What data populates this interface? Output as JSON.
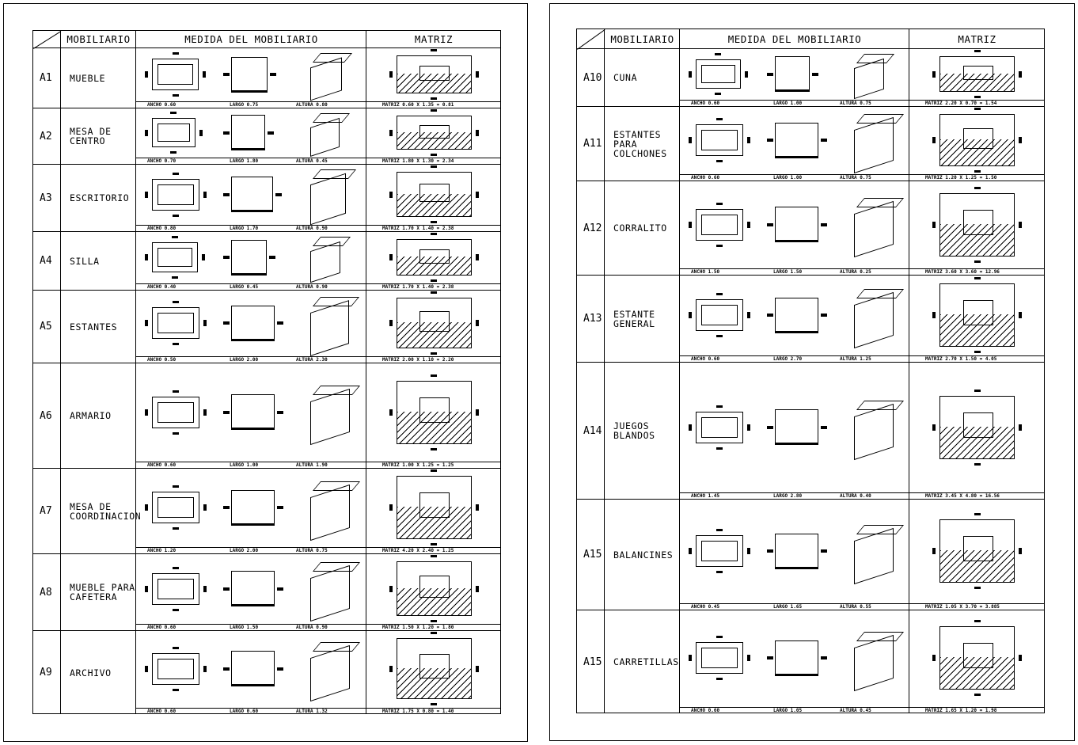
{
  "headers": {
    "id": "",
    "name": "MOBILIARIO",
    "medida": "MEDIDA DEL MOBILIARIO",
    "matriz": "MATRIZ"
  },
  "left_table": [
    {
      "id": "A1",
      "name": "MUEBLE",
      "ancho": "ANCHO 0.60",
      "largo": "LARGO 0.75",
      "altura": "ALTURA 0.80",
      "matriz": "MATRIZ 0.60 X 1.35 = 0.81"
    },
    {
      "id": "A2",
      "name": "MESA DE\nCENTRO",
      "ancho": "ANCHO 0.70",
      "largo": "LARGO 1.80",
      "altura": "ALTURA 0.45",
      "matriz": "MATRIZ 1.80 X 1.30 = 2.34"
    },
    {
      "id": "A3",
      "name": "ESCRITORIO",
      "ancho": "ANCHO 0.80",
      "largo": "LARGO 1.70",
      "altura": "ALTURA 0.90",
      "matriz": "MATRIZ 1.70 X 1.40 = 2.38"
    },
    {
      "id": "A4",
      "name": "SILLA",
      "ancho": "ANCHO 0.40",
      "largo": "LARGO 0.45",
      "altura": "ALTURA 0.90",
      "matriz": "MATRIZ 1.70 X 1.40 = 2.38"
    },
    {
      "id": "A5",
      "name": "ESTANTES",
      "ancho": "ANCHO 0.50",
      "largo": "LARGO 2.00",
      "altura": "ALTURA 2.30",
      "matriz": "MATRIZ 2.00 X 1.10 = 2.20"
    },
    {
      "id": "A6",
      "name": "ARMARIO",
      "ancho": "ANCHO 0.60",
      "largo": "LARGO 1.00",
      "altura": "ALTURA 1.90",
      "matriz": "MATRIZ 1.00 X 1.25 = 1.25"
    },
    {
      "id": "A7",
      "name": "MESA DE\nCOORDINACION",
      "ancho": "ANCHO 1.20",
      "largo": "LARGO 2.00",
      "altura": "ALTURA 0.75",
      "matriz": "MATRIZ 4.20 X 2.40 = 1.25"
    },
    {
      "id": "A8",
      "name": "MUEBLE PARA\nCAFETERA",
      "ancho": "ANCHO 0.60",
      "largo": "LARGO 1.50",
      "altura": "ALTURA 0.90",
      "matriz": "MATRIZ 1.50 X 1.20 = 1.80"
    },
    {
      "id": "A9",
      "name": "ARCHIVO",
      "ancho": "ANCHO 0.60",
      "largo": "LARGO 0.60",
      "altura": "ALTURA 1.32",
      "matriz": "MATRIZ 1.75 X 0.80 = 1.40"
    }
  ],
  "right_table": [
    {
      "id": "A10",
      "name": "CUNA",
      "ancho": "ANCHO 0.60",
      "largo": "LARGO 1.00",
      "altura": "ALTURA 0.75",
      "matriz": "MATRIZ 2.20 X 0.70 = 1.54"
    },
    {
      "id": "A11",
      "name": "ESTANTES\nPARA\nCOLCHONES",
      "ancho": "ANCHO 0.60",
      "largo": "LARGO 1.00",
      "altura": "ALTURA 0.75",
      "matriz": "MATRIZ 1.20 X 1.25 = 1.50"
    },
    {
      "id": "A12",
      "name": "CORRALITO",
      "ancho": "ANCHO 1.50",
      "largo": "LARGO 1.50",
      "altura": "ALTURA 0.25",
      "matriz": "MATRIZ 3.60 X 3.60 = 12.96"
    },
    {
      "id": "A13",
      "name": "ESTANTE\nGENERAL",
      "ancho": "ANCHO 0.60",
      "largo": "LARGO 2.70",
      "altura": "ALTURA 1.25",
      "matriz": "MATRIZ 2.70 X 1.50 = 4.05"
    },
    {
      "id": "A14",
      "name": "JUEGOS\nBLANDOS",
      "ancho": "ANCHO 1.45",
      "largo": "LARGO 2.80",
      "altura": "ALTURA 0.40",
      "matriz": "MATRIZ 3.45 X 4.80 = 16.56"
    },
    {
      "id": "A15",
      "name": "BALANCINES",
      "ancho": "ANCHO 0.45",
      "largo": "LARGO 1.65",
      "altura": "ALTURA 0.55",
      "matriz": "MATRIZ 1.05 X 3.70 = 3.885"
    },
    {
      "id": "A15",
      "name": "CARRETILLAS",
      "ancho": "ANCHO 0.60",
      "largo": "LARGO 1.05",
      "altura": "ALTURA 0.45",
      "matriz": "MATRIZ 1.65 X 1.20 = 1.98"
    }
  ]
}
